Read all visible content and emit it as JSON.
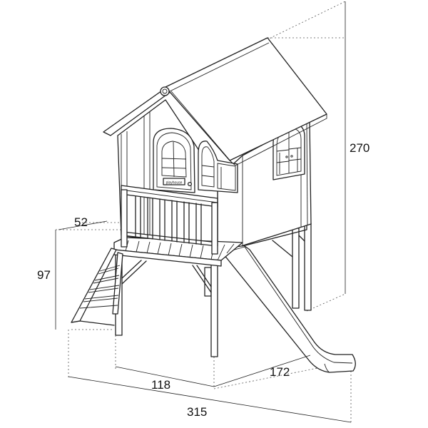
{
  "dimensions": {
    "total_height": "270",
    "platform_depth_offset": "52",
    "platform_height": "97",
    "base_width": "118",
    "base_depth": "172",
    "total_width": "315"
  },
  "sign_text": "playhouse"
}
